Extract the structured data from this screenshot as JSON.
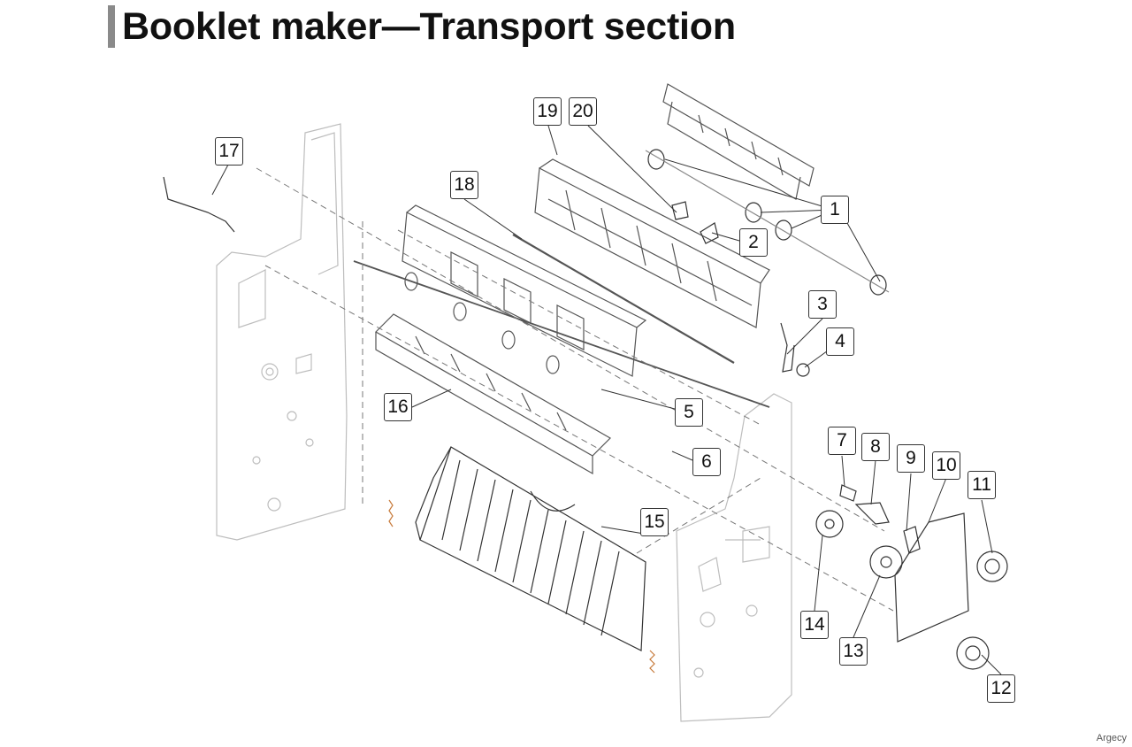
{
  "title": "Booklet maker—Transport section",
  "watermark": "Argecy",
  "callouts": [
    {
      "id": "c1",
      "label": "1"
    },
    {
      "id": "c2",
      "label": "2"
    },
    {
      "id": "c3",
      "label": "3"
    },
    {
      "id": "c4",
      "label": "4"
    },
    {
      "id": "c5",
      "label": "5"
    },
    {
      "id": "c6",
      "label": "6"
    },
    {
      "id": "c7",
      "label": "7"
    },
    {
      "id": "c8",
      "label": "8"
    },
    {
      "id": "c9",
      "label": "9"
    },
    {
      "id": "c10",
      "label": "10"
    },
    {
      "id": "c11",
      "label": "11"
    },
    {
      "id": "c12",
      "label": "12"
    },
    {
      "id": "c13",
      "label": "13"
    },
    {
      "id": "c14",
      "label": "14"
    },
    {
      "id": "c15",
      "label": "15"
    },
    {
      "id": "c16",
      "label": "16"
    },
    {
      "id": "c17",
      "label": "17"
    },
    {
      "id": "c18",
      "label": "18"
    },
    {
      "id": "c19",
      "label": "19"
    },
    {
      "id": "c20",
      "label": "20"
    }
  ]
}
